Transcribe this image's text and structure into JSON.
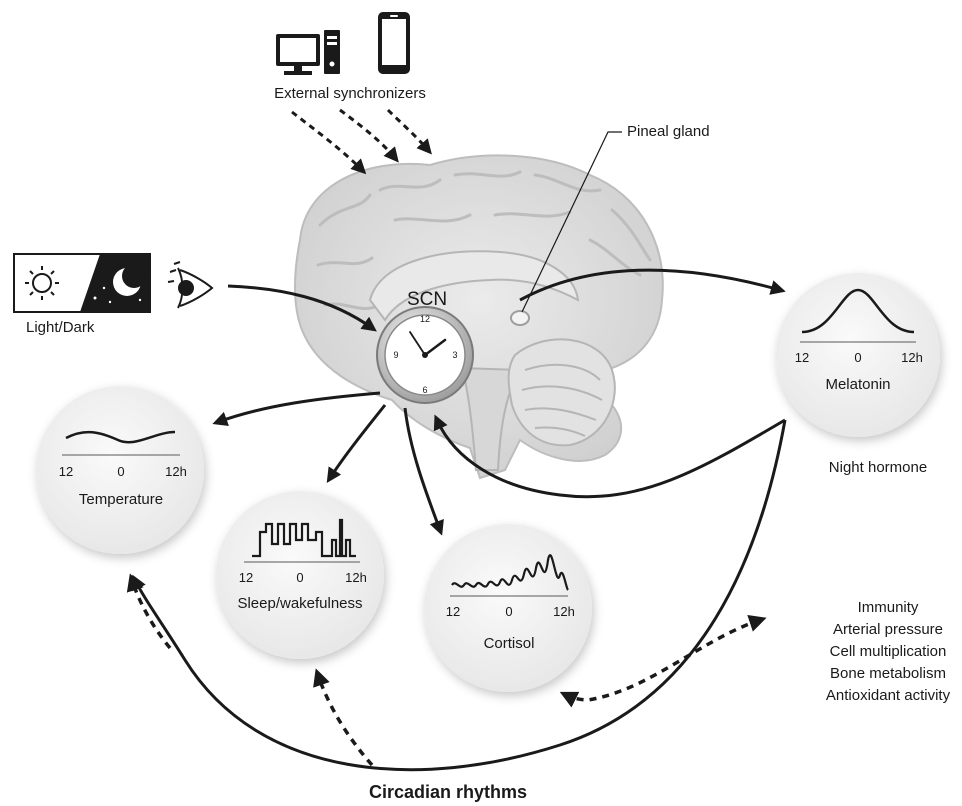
{
  "labels": {
    "external": "External synchronizers",
    "pineal": "Pineal gland",
    "light_dark": "Light/Dark",
    "scn": "SCN",
    "night_hormone": "Night hormone",
    "footer": "Circadian rhythms"
  },
  "clock": {
    "n12": "12",
    "n3": "3",
    "n6": "6",
    "n9": "9"
  },
  "panels": {
    "melatonin": {
      "title": "Melatonin",
      "ticks": [
        "12",
        "0",
        "12h"
      ]
    },
    "temperature": {
      "title": "Temperature",
      "ticks": [
        "12",
        "0",
        "12h"
      ]
    },
    "sleep": {
      "title": "Sleep/wakefulness",
      "ticks": [
        "12",
        "0",
        "12h"
      ]
    },
    "cortisol": {
      "title": "Cortisol",
      "ticks": [
        "12",
        "0",
        "12h"
      ]
    }
  },
  "effects": [
    "Immunity",
    "Arterial pressure",
    "Cell multiplication",
    "Bone metabolism",
    "Antioxidant activity"
  ],
  "icons": [
    "desktop-computer-icon",
    "smartphone-icon",
    "sun-icon",
    "moon-icon",
    "eye-icon",
    "clock-icon"
  ],
  "colors": {
    "ink": "#1a1a1a",
    "brain": "#d9d9d9",
    "panel": "#f1f1f1"
  }
}
